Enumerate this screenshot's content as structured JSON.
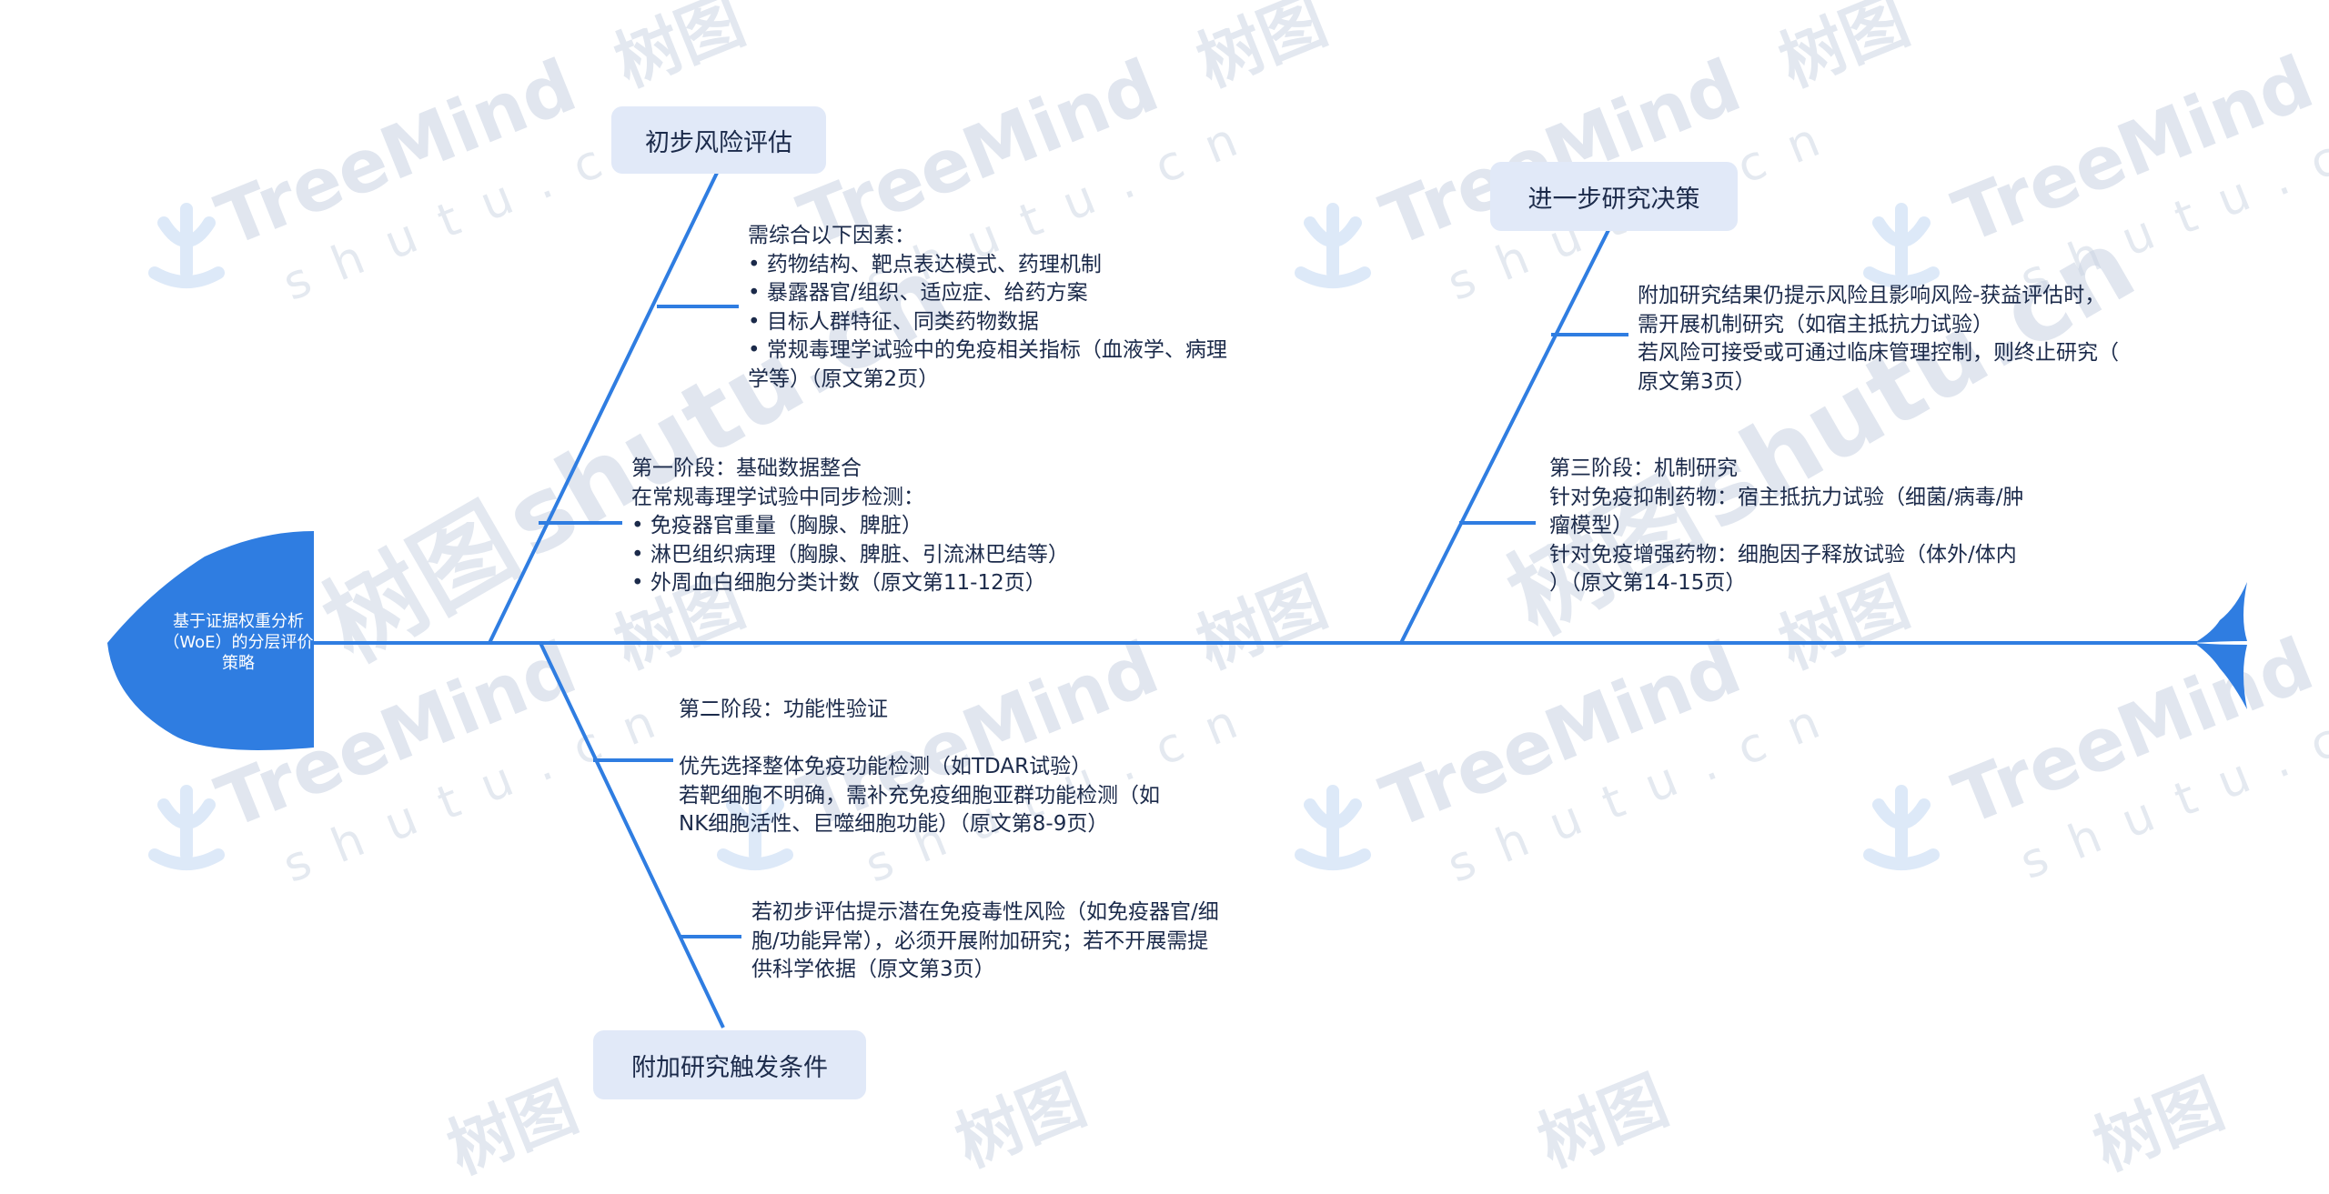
{
  "root": {
    "label": "基于证据权重分析（WoE）的分层评价策略"
  },
  "branches": [
    {
      "title": "初步风险评估",
      "notes": [
        "需综合以下因素：\n• 药物结构、靶点表达模式、药理机制\n• 暴露器官/组织、适应症、给药方案\n• 目标人群特征、同类药物数据\n• 常规毒理学试验中的免疫相关指标（血液学、病理\n学等）（原文第2页）",
        "第一阶段：基础数据整合\n在常规毒理学试验中同步检测：\n• 免疫器官重量（胸腺、脾脏）\n• 淋巴组织病理（胸腺、脾脏、引流淋巴结等）\n• 外周血白细胞分类计数（原文第11-12页）"
      ]
    },
    {
      "title": "附加研究触发条件",
      "notes": [
        "第二阶段：功能性验证\n\n优先选择整体免疫功能检测（如TDAR试验）\n若靶细胞不明确，需补充免疫细胞亚群功能检测（如\nNK细胞活性、巨噬细胞功能）（原文第8-9页）",
        "若初步评估提示潜在免疫毒性风险（如免疫器官/细\n胞/功能异常），必须开展附加研究；若不开展需提\n供科学依据（原文第3页）"
      ]
    },
    {
      "title": "进一步研究决策",
      "notes": [
        "附加研究结果仍提示风险且影响风险-获益评估时，\n需开展机制研究（如宿主抵抗力试验）\n若风险可接受或可通过临床管理控制，则终止研究（\n原文第3页）",
        "第三阶段：机制研究\n针对免疫抑制药物：宿主抵抗力试验（细菌/病毒/肿\n瘤模型）\n针对免疫增强药物：细胞因子释放试验（体外/体内\n）（原文第14-15页）"
      ]
    }
  ],
  "watermark": {
    "brand": "TreeMind",
    "brand_cn": "树图",
    "site": "shutu.cn"
  },
  "colors": {
    "spine": "#2f7de1",
    "head": "#2f7de1",
    "topic_bg": "#e1e9f8",
    "text": "#1b2a4a"
  }
}
